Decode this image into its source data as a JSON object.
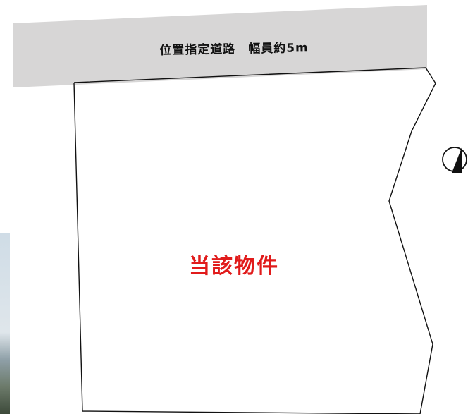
{
  "road": {
    "label": "位置指定道路　幅員約5m",
    "fill_color": "#d7d6d6"
  },
  "lot": {
    "label": "当該物件",
    "label_color": "#e11b1b",
    "border_color": "#111111"
  },
  "north_arrow": {
    "icon": "north-arrow-icon"
  },
  "background_photo": {
    "icon": "aerial-photo-fragment"
  }
}
